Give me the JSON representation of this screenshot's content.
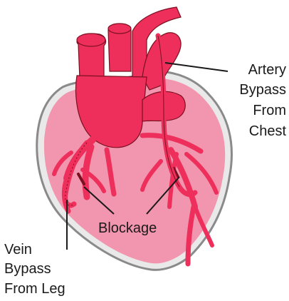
{
  "colors": {
    "background": "#ffffff",
    "heart_fill": "#f295ae",
    "heart_outline": "#8a8a8a",
    "vessel_red": "#ee2f5c",
    "vessel_dark": "#7a1020",
    "label_text": "#1a1a1a"
  },
  "labels": {
    "artery": [
      "Artery",
      "Bypass",
      "From",
      "Chest"
    ],
    "blockage": "Blockage",
    "vein": [
      "Vein",
      "Bypass",
      "From Leg"
    ]
  },
  "icons": {
    "heart": "heart-illustration"
  }
}
